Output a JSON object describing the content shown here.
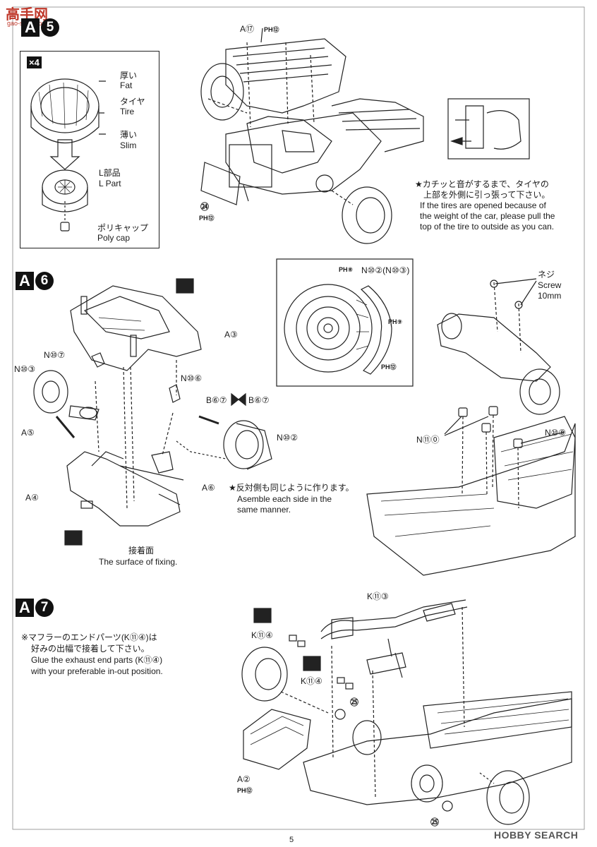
{
  "watermark_top": "高手网",
  "watermark_url": "gao-shou.com",
  "watermark_bottom": "HOBBY SEARCH",
  "page_number": "5",
  "steps": {
    "a5": {
      "letter": "A",
      "number": "5"
    },
    "a6": {
      "letter": "A",
      "number": "6"
    },
    "a7": {
      "letter": "A",
      "number": "7"
    }
  },
  "tire_box": {
    "multiplier": "×4",
    "fat_jp": "厚い",
    "fat_en": "Fat",
    "tire_jp": "タイヤ",
    "tire_en": "Tire",
    "slim_jp": "薄い",
    "slim_en": "Slim",
    "lpart_jp": "L部品",
    "lpart_en": "L Part",
    "polycap_jp": "ポリキャップ",
    "polycap_en": "Poly cap"
  },
  "a5_labels": {
    "a17": "A⑰",
    "ph12_top": "PH⑫",
    "p24": "㉔",
    "ph12_bottom": "PH⑫"
  },
  "a5_note": {
    "jp_line1": "★カチッと音がするまで、タイヤの",
    "jp_line2": "上部を外側に引っ張って下さい。",
    "en_line1": "If the tires are opened because of",
    "en_line2": "the weight of the car, please pull the",
    "en_line3": "top of the tire to outside as you can."
  },
  "a6_labels": {
    "a3": "A③",
    "n107": "N⑩⑦",
    "n103": "N⑩③",
    "n106": "N⑩⑥",
    "a5": "A⑤",
    "b67_left": "B⑥⑦",
    "b67_right": "B⑥⑦",
    "n102": "N⑩②",
    "a4": "A④",
    "a6": "A⑥",
    "fix_jp": "接着面",
    "fix_en": "The surface of fixing.",
    "note_jp": "★反対側も同じように作ります。",
    "note_en1": "Asemble each side in the",
    "note_en2": "same manner."
  },
  "brake_box": {
    "ph8": "PH⑧",
    "n102": "N⑩②(N⑩③)",
    "ph9": "PH⑨",
    "ph12": "PH⑫"
  },
  "a6_right": {
    "screw_jp": "ネジ",
    "screw_en": "Screw",
    "screw_size": "10mm",
    "n110": "N⑪⓪",
    "n108": "N⑩⑧"
  },
  "a7_note": {
    "jp_line1": "※マフラーのエンドパーツ(K⑪④)は",
    "jp_line2": "好みの出幅で接着して下さい。",
    "en_line1": "Glue the exhaust end parts (K⑪④)",
    "en_line2": "with your preferable in-out position."
  },
  "a7_labels": {
    "k113": "K⑪③",
    "k114_a": "K⑪④",
    "k114_b": "K⑪④",
    "p25_a": "㉕",
    "p25_b": "㉕",
    "a2": "A②",
    "ph12": "PH⑫"
  }
}
